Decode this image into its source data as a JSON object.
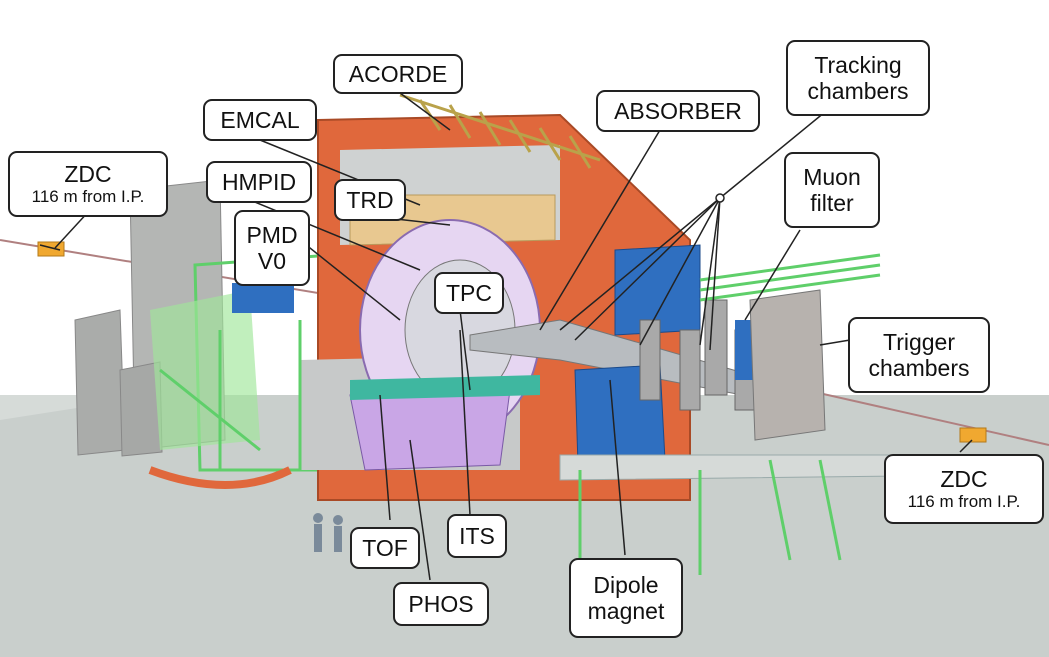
{
  "labels": {
    "acorde": "ACORDE",
    "emcal": "EMCAL",
    "hmpid": "HMPID",
    "trd": "TRD",
    "pmd": "PMD",
    "v0": "V0",
    "tpc": "TPC",
    "absorber": "ABSORBER",
    "tracking": [
      "Tracking",
      "chambers"
    ],
    "muon": [
      "Muon",
      "filter"
    ],
    "trigger": [
      "Trigger",
      "chambers"
    ],
    "zdc_left": [
      "ZDC",
      "116 m from I.P."
    ],
    "zdc_right": [
      "ZDC",
      "116 m from I.P."
    ],
    "tof": "TOF",
    "its": "ITS",
    "phos": "PHOS",
    "dipole": [
      "Dipole",
      "magnet"
    ]
  },
  "colors": {
    "background_floor": "#c9cfcc",
    "concrete": "#b4b6b4",
    "magnet_yoke": "#e0683c",
    "support_frame": "#8fe08a",
    "muon_blue": "#2f6fc0",
    "phos_purple": "#c9a6e6",
    "trd_tan": "#e8c890",
    "zdc_orange": "#f0a830",
    "acorde_gold": "#b9a24a"
  }
}
